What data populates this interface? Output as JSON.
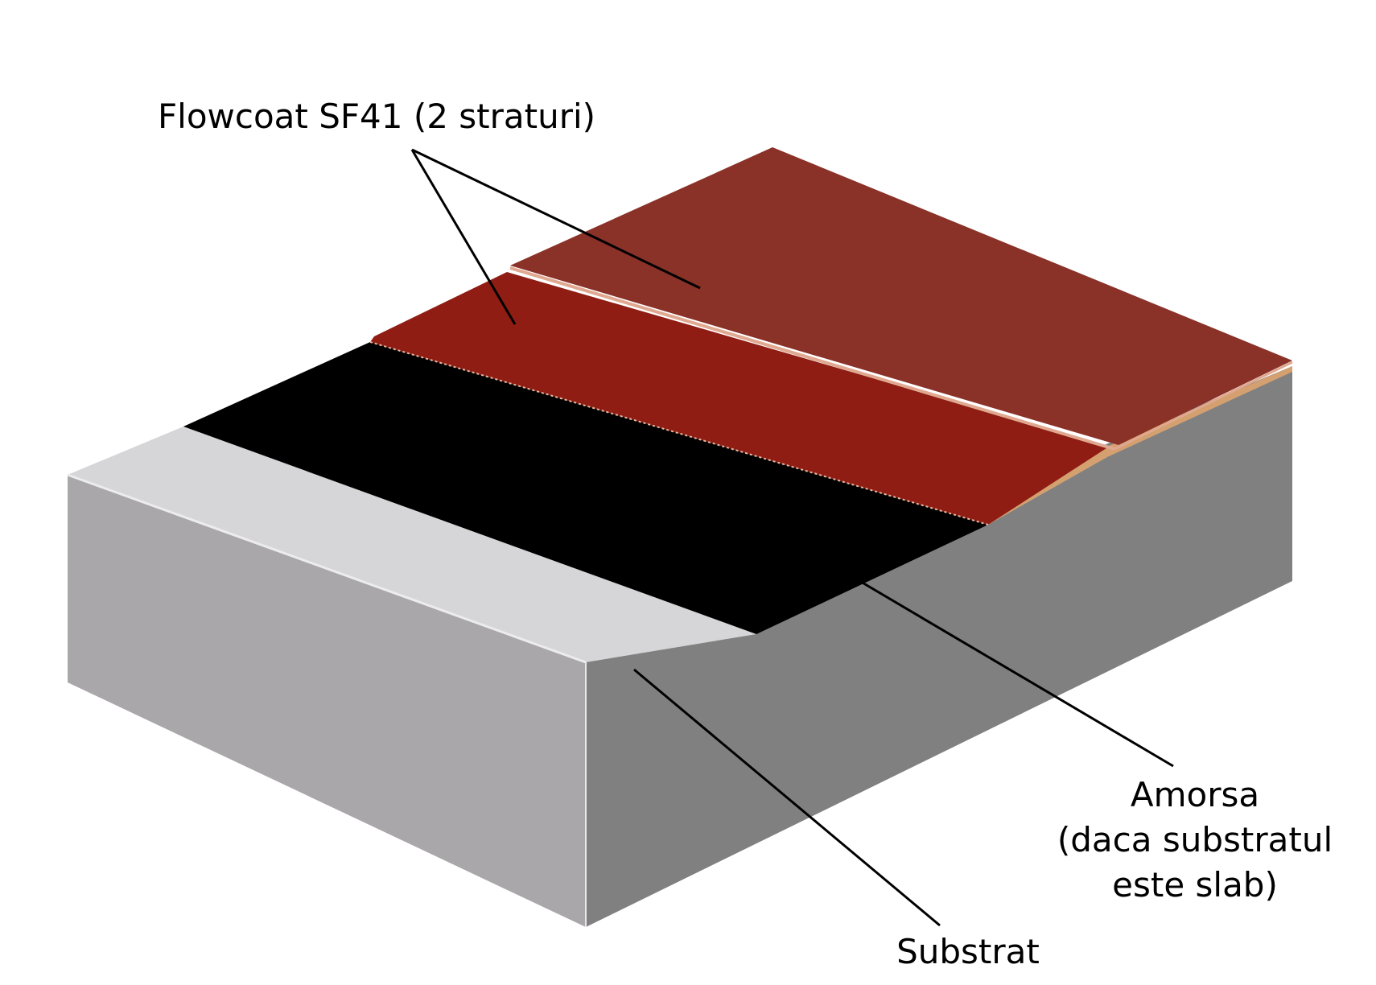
{
  "labels": {
    "topcoat": "Flowcoat SF41 (2 straturi)",
    "primer_line1": "Amorsa",
    "primer_line2": "(daca substratul",
    "primer_line3": "este slab)",
    "substrate": "Substrat"
  },
  "colors": {
    "substrate_top": "#d6d6d8",
    "substrate_front": "#aaa7ab",
    "substrate_side": "#808080",
    "primer": "#000000",
    "coat_1": "#8f1d14",
    "coat_2": "#8a3128",
    "coat_edge": "#d4a070",
    "text": "#000000"
  }
}
